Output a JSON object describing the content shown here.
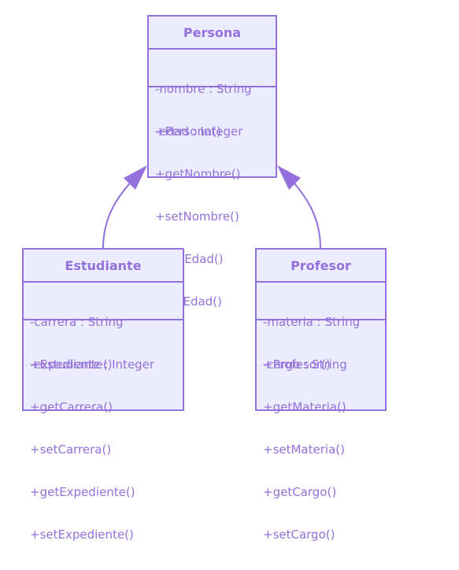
{
  "colors": {
    "stroke": "#9370db",
    "fill": "#ececff",
    "background": "#ffffff"
  },
  "classes": {
    "persona": {
      "name": "Persona",
      "attributes": [
        "-nombre : String",
        "-edad : Integer"
      ],
      "methods": [
        "+Persona()",
        "+getNombre()",
        "+setNombre()",
        "+getEdad()",
        "+setEdad()"
      ]
    },
    "estudiante": {
      "name": "Estudiante",
      "attributes": [
        "-carrera : String",
        "-expediente : Integer"
      ],
      "methods": [
        "+Estudiante()",
        "+getCarrera()",
        "+setCarrera()",
        "+getExpediente()",
        "+setExpediente()"
      ]
    },
    "profesor": {
      "name": "Profesor",
      "attributes": [
        "-materia : String",
        "-cargo : String"
      ],
      "methods": [
        "+Profesor()",
        "+getMateria()",
        "+setMateria()",
        "+getCargo()",
        "+setCargo()"
      ]
    }
  },
  "relations": [
    {
      "from": "estudiante",
      "to": "persona",
      "type": "inheritance"
    },
    {
      "from": "profesor",
      "to": "persona",
      "type": "inheritance"
    }
  ]
}
